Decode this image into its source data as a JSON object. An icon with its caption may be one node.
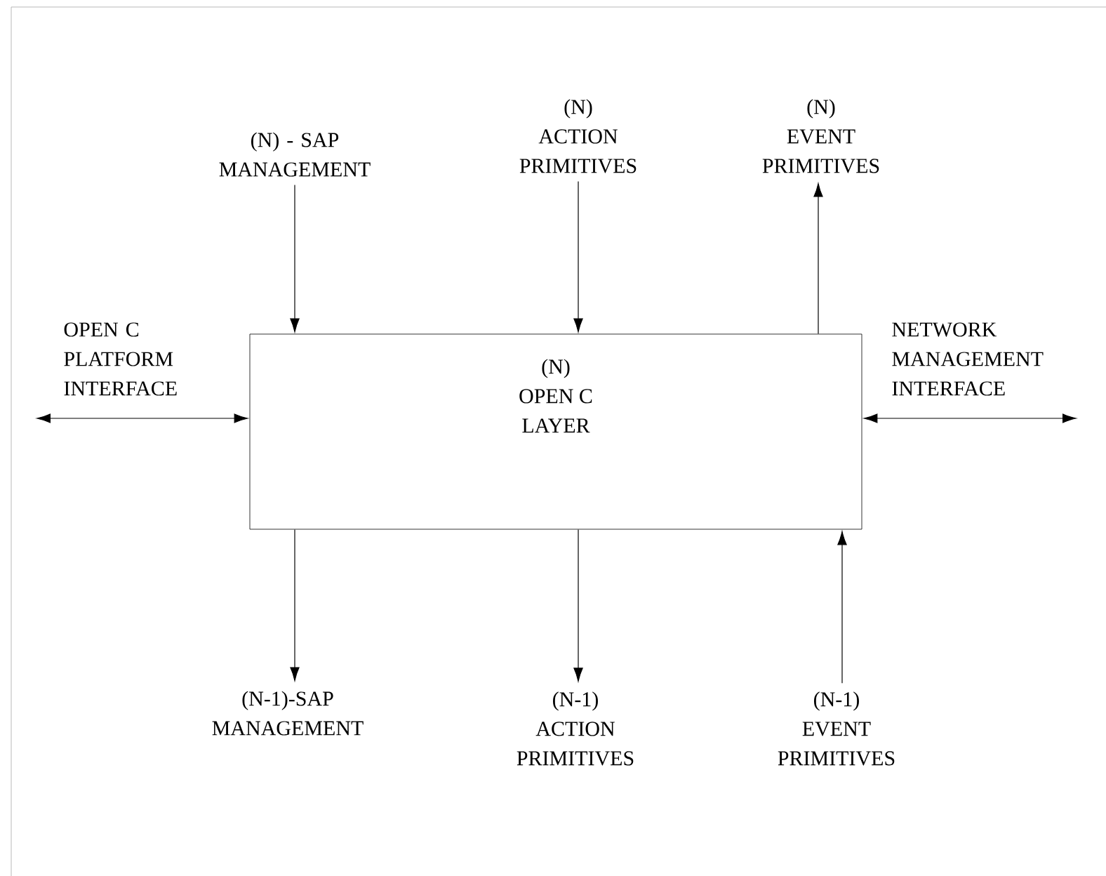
{
  "diagram": {
    "nodes": [
      {
        "text": [
          "(N)",
          "OPEN C LAYER"
        ]
      },
      {
        "text": [
          "(N) - SAP MANAGEMENT"
        ]
      },
      {
        "text": [
          "(N)",
          "ACTION PRIMITIVES"
        ]
      },
      {
        "text": [
          "(N)",
          "EVENT PRIMITIVES"
        ]
      },
      {
        "text": [
          "(N-1)-SAP MANAGEMENT"
        ]
      },
      {
        "text": [
          "(N-1)",
          "ACTION PRIMITIVES"
        ]
      },
      {
        "text": [
          "(N-1)",
          "EVENT PRIMITIVES"
        ]
      }
    ],
    "edges": [
      {
        "from": 1,
        "to": 0,
        "arrow": "to"
      },
      {
        "from": 2,
        "to": 0,
        "arrow": "to"
      },
      {
        "from": 0,
        "to": 3,
        "arrow": "to"
      },
      {
        "from": null,
        "to": 0,
        "arrow": "both",
        "label": "OPEN C PLATFORM INTERFACE"
      },
      {
        "from": 0,
        "to": null,
        "arrow": "both",
        "label": "NETWORK MANAGEMENT INTERFACE"
      },
      {
        "from": 0,
        "to": 4,
        "arrow": "to"
      },
      {
        "from": 0,
        "to": 5,
        "arrow": "to"
      },
      {
        "from": 6,
        "to": 0,
        "arrow": "to"
      }
    ]
  }
}
